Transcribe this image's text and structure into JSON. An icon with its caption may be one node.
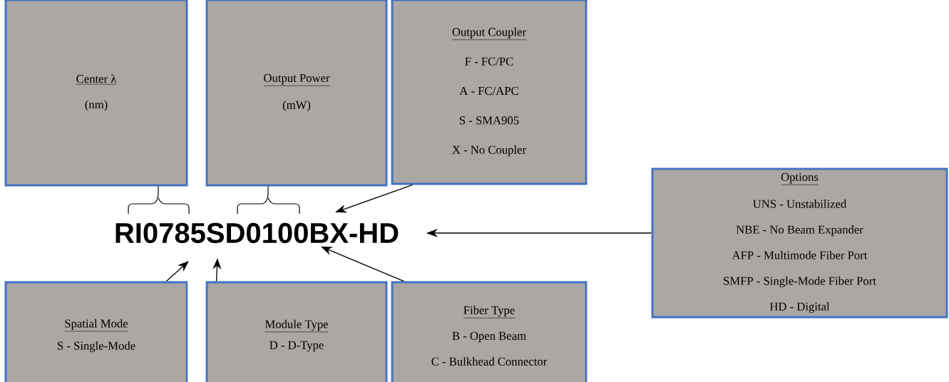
{
  "diagram": {
    "nodes": [
      {
        "text": [
          "Center λ",
          "(nm)"
        ]
      },
      {
        "text": [
          "Output Power",
          "(mW)"
        ]
      },
      {
        "text": [
          "Output Coupler",
          "F - FC/PC",
          "A - FC/APC",
          "S - SMA905",
          "X - No Coupler"
        ]
      },
      {
        "text": [
          "Options",
          "UNS - Unstabilized",
          "NBE - No Beam Expander",
          "AFP - Multimode  Fiber Port",
          "SMFP - Single-Mode Fiber Port",
          "HD - Digital"
        ]
      },
      {
        "text": [
          "RI0785SD0100BX-HD"
        ]
      },
      {
        "text": [
          "Spatial Mode",
          "S - Single-Mode"
        ]
      },
      {
        "text": [
          "Module Type",
          "D - D-Type"
        ]
      },
      {
        "text": [
          "Fiber Type",
          "B - Open Beam",
          "C - Bulkhead Connector"
        ]
      }
    ],
    "edges": [
      {
        "from": 2,
        "to": 4,
        "arrow": "to"
      },
      {
        "from": 3,
        "to": 4,
        "arrow": "to"
      },
      {
        "from": 5,
        "to": 4,
        "arrow": "to"
      },
      {
        "from": 6,
        "to": 4,
        "arrow": "to"
      },
      {
        "from": 7,
        "to": 4,
        "arrow": "to"
      }
    ]
  }
}
